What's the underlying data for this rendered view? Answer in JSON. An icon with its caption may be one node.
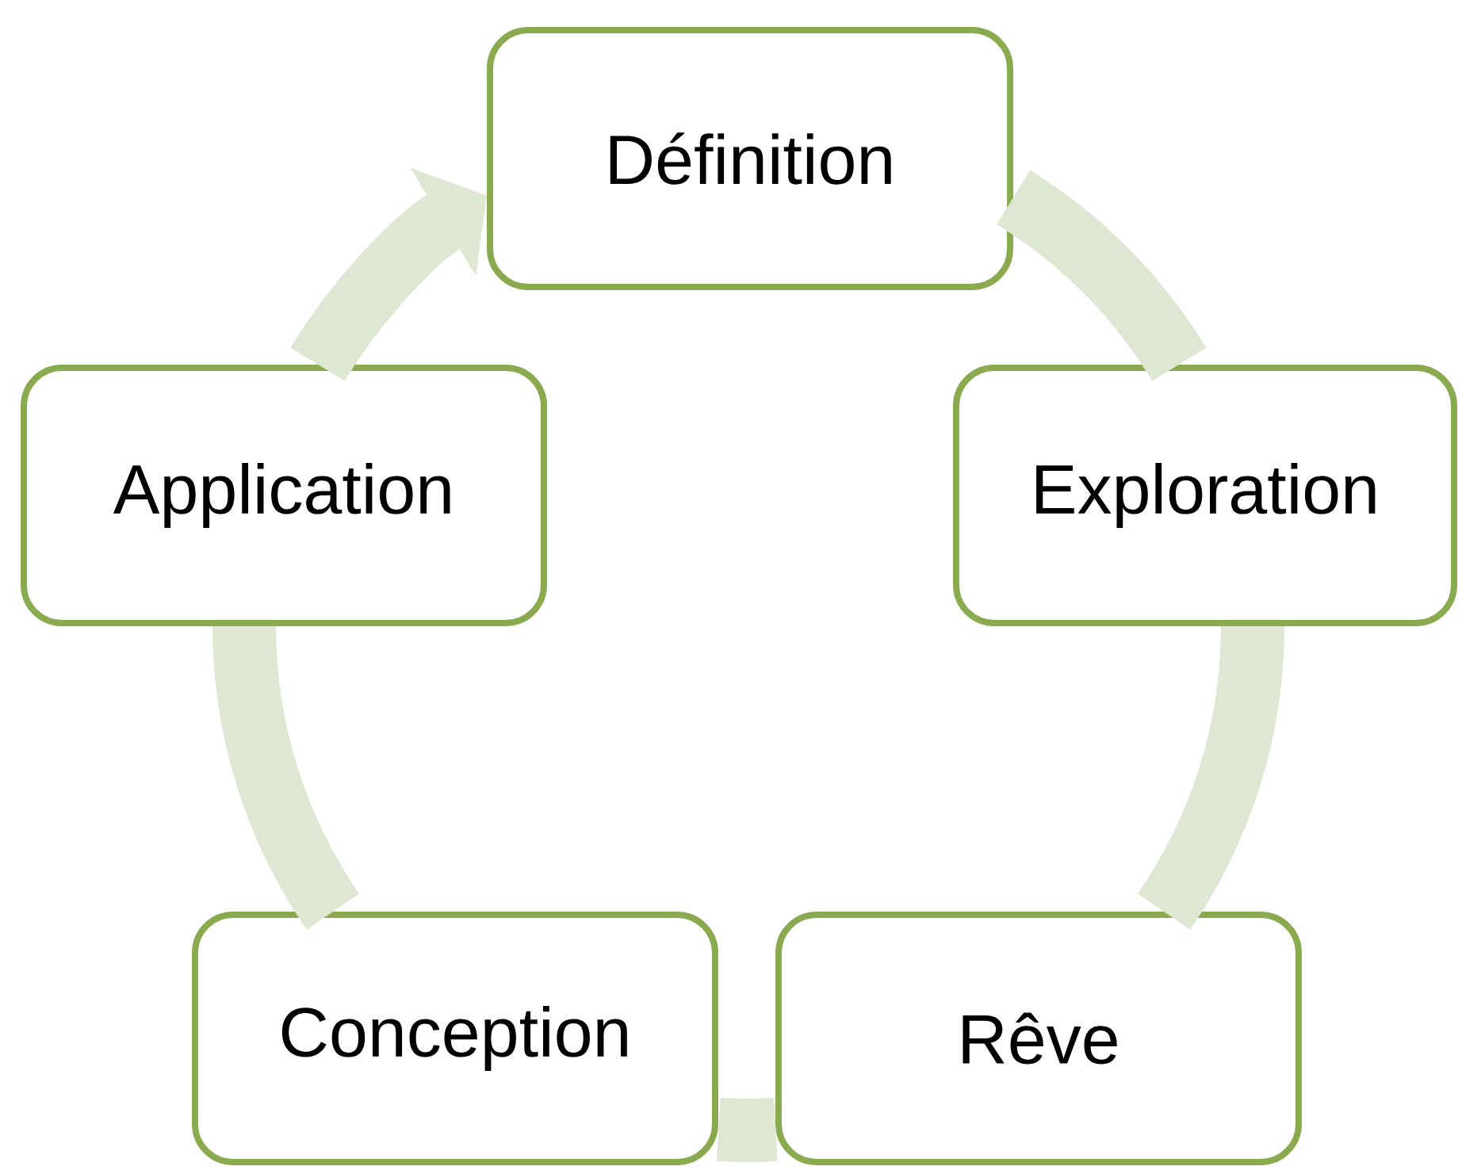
{
  "diagram": {
    "nodes": [
      {
        "text": [
          "Définition"
        ]
      },
      {
        "text": [
          "Exploration"
        ]
      },
      {
        "text": [
          "Rêve"
        ]
      },
      {
        "text": [
          "Conception"
        ]
      },
      {
        "text": [
          "Application"
        ]
      }
    ],
    "edges": [
      {
        "from": 0,
        "to": 1,
        "arrow": "none"
      },
      {
        "from": 1,
        "to": 2,
        "arrow": "none"
      },
      {
        "from": 2,
        "to": 3,
        "arrow": "none"
      },
      {
        "from": 3,
        "to": 4,
        "arrow": "none"
      },
      {
        "from": 4,
        "to": 0,
        "arrow": "to"
      }
    ]
  }
}
